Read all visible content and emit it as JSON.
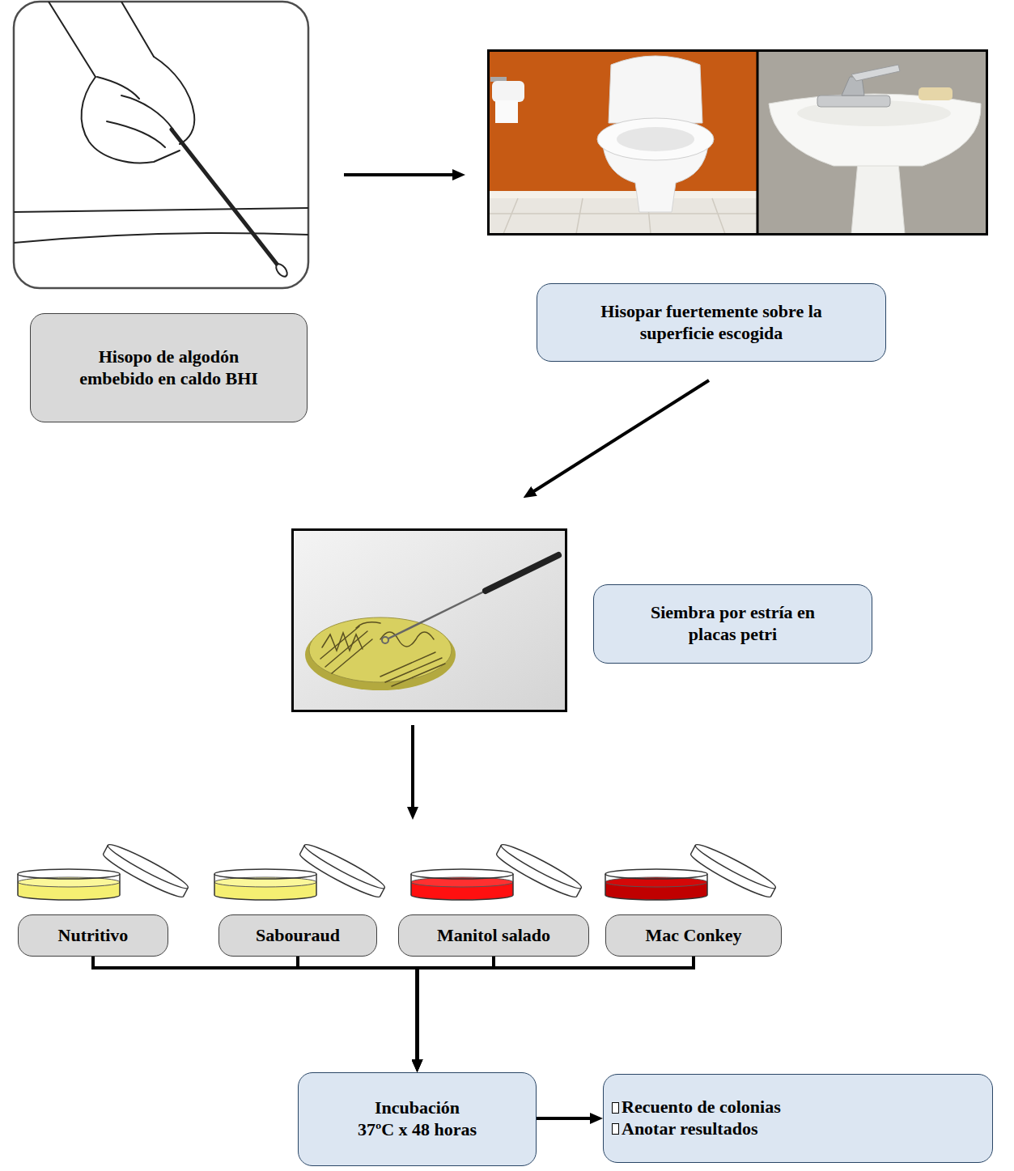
{
  "diagram": {
    "nodes": [
      {
        "text": [
          "Hisopo de algodón embebido en caldo BHI"
        ]
      },
      {
        "text": [
          "Hisopar fuertemente sobre la superficie escogida"
        ]
      },
      {
        "text": [
          "Siembra por estría en placas petri"
        ]
      },
      {
        "text": [
          "Nutritivo"
        ]
      },
      {
        "text": [
          "Sabouraud"
        ]
      },
      {
        "text": [
          "Manitol salado"
        ]
      },
      {
        "text": [
          "Mac Conkey"
        ]
      },
      {
        "text": [
          "Incubación 37ºC x 48 horas"
        ]
      },
      {
        "text": [
          "Recuento de colonias",
          "Anotar resultados"
        ]
      }
    ],
    "edges": [
      {
        "from": 3,
        "to": 7,
        "arrow": "to"
      },
      {
        "from": 4,
        "to": 7,
        "arrow": "to"
      },
      {
        "from": 5,
        "to": 7,
        "arrow": "to"
      },
      {
        "from": 6,
        "to": 7,
        "arrow": "to"
      },
      {
        "from": 7,
        "to": 8,
        "arrow": "to"
      }
    ]
  }
}
